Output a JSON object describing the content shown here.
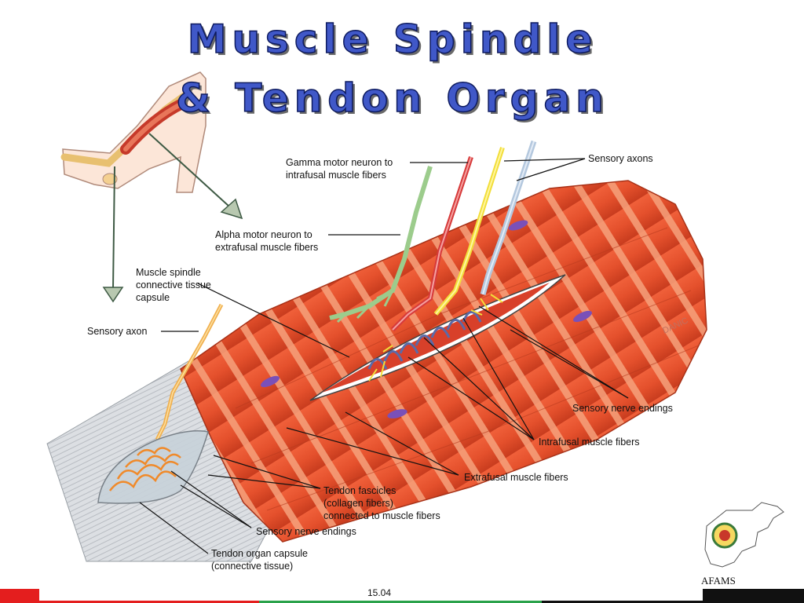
{
  "title": {
    "line1": "Muscle Spindle",
    "line2": "& Tendon Organ"
  },
  "labels": {
    "gamma_line1": "Gamma motor neuron to",
    "gamma_line2": "intrafusal muscle fibers",
    "sensory_axons": "Sensory axons",
    "alpha_line1": "Alpha motor neuron to",
    "alpha_line2": "extrafusal muscle fibers",
    "capsule_line1": "Muscle spindle",
    "capsule_line2": "connective tissue",
    "capsule_line3": "capsule",
    "sensory_axon": "Sensory axon",
    "sensory_nerve_endings_right": "Sensory nerve endings",
    "intrafusal": "Intrafusal muscle fibers",
    "extrafusal": "Extrafusal muscle fibers",
    "fascicles_line1": "Tendon fascicles",
    "fascicles_line2": "(collagen fibers)",
    "fascicles_line3": "connected to muscle fibers",
    "sensory_nerve_endings_bottom": "Sensory nerve endings",
    "tendon_capsule_line1": "Tendon organ capsule",
    "tendon_capsule_line2": "(connective tissue)",
    "artist_signature": "DANIC"
  },
  "footer": {
    "page_number": "15.04",
    "logo_text": "AFAMS"
  },
  "colors": {
    "title_fill": "#4058c8",
    "muscle": "#e4502c",
    "muscle_stripe": "#f6a17c",
    "tendon": "#d4d7dc",
    "gamma_neuron": "#9ccc8c",
    "alpha_neuron": "#d63a3a",
    "sensory_axon_yellow": "#f2de3a",
    "sensory_axon_blue": "#b4c8de",
    "nucleus": "#7a50b8",
    "footer_red": "#e41e1e",
    "footer_green": "#2aa24a",
    "footer_black": "#111111"
  },
  "icons": {
    "arm": "arm-illustration",
    "logo": "afghanistan-map-emblem"
  }
}
